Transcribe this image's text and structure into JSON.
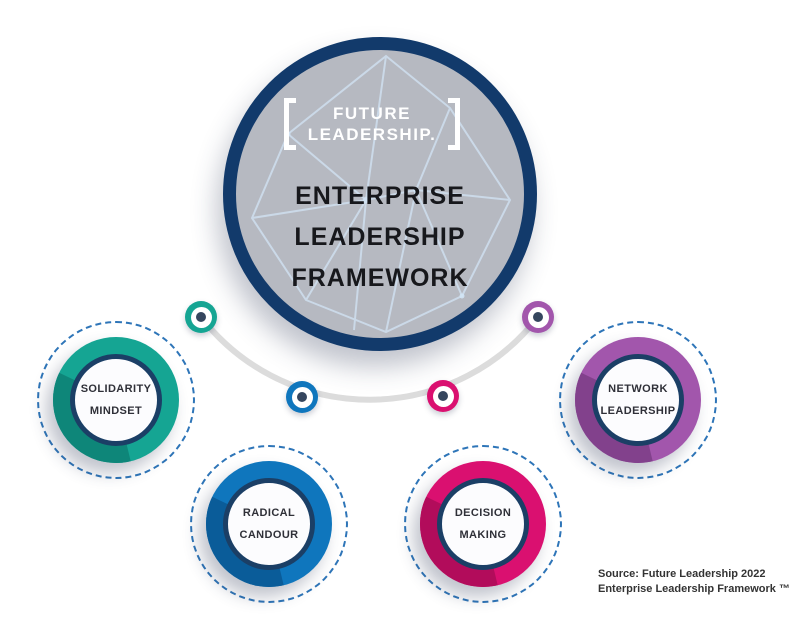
{
  "logo": {
    "line1": "FUTURE",
    "line2": "LEADERSHIP."
  },
  "diagram_title": {
    "line1": "ENTERPRISE",
    "line2": "LEADERSHIP",
    "line3": "FRAMEWORK"
  },
  "satellites": [
    {
      "name": "solidarity-mindset",
      "line1": "SOLIDARITY",
      "line2": "MINDSET",
      "color": "#15a593",
      "shadow_color": "#0e8679"
    },
    {
      "name": "radical-candour",
      "line1": "RADICAL",
      "line2": "CANDOUR",
      "color": "#0f76bd",
      "shadow_color": "#0a5c99"
    },
    {
      "name": "decision-making",
      "line1": "DECISION",
      "line2": "MAKING",
      "color": "#da1070",
      "shadow_color": "#b20c5b"
    },
    {
      "name": "network-leadership",
      "line1": "NETWORK",
      "line2": "LEADERSHIP",
      "color": "#a256ac",
      "shadow_color": "#82418c"
    }
  ],
  "connector_dots": [
    {
      "name": "teal-dot",
      "color": "#15a593"
    },
    {
      "name": "blue-dot",
      "color": "#0f76bd"
    },
    {
      "name": "magenta-dot",
      "color": "#da1070"
    },
    {
      "name": "purple-dot",
      "color": "#a256ac"
    }
  ],
  "source": {
    "line1": "Source: Future Leadership 2022",
    "line2": "Enterprise Leadership Framework ™"
  },
  "colors": {
    "navy_ring": "#123a6b",
    "satellite_ring": "#1b3f66",
    "dashed_outline": "#2e75b8",
    "center_fill": "#b6b9c1",
    "mesh_line": "#d2e4f5",
    "arc": "#dcdcdc",
    "dot_core": "#35465e",
    "title_text": "#17181c",
    "satellite_text": "#2f3038",
    "logo_text": "#ffffff",
    "source_text": "#333333",
    "inner_circle_fill": "#fcfcfe",
    "background": "#ffffff"
  }
}
